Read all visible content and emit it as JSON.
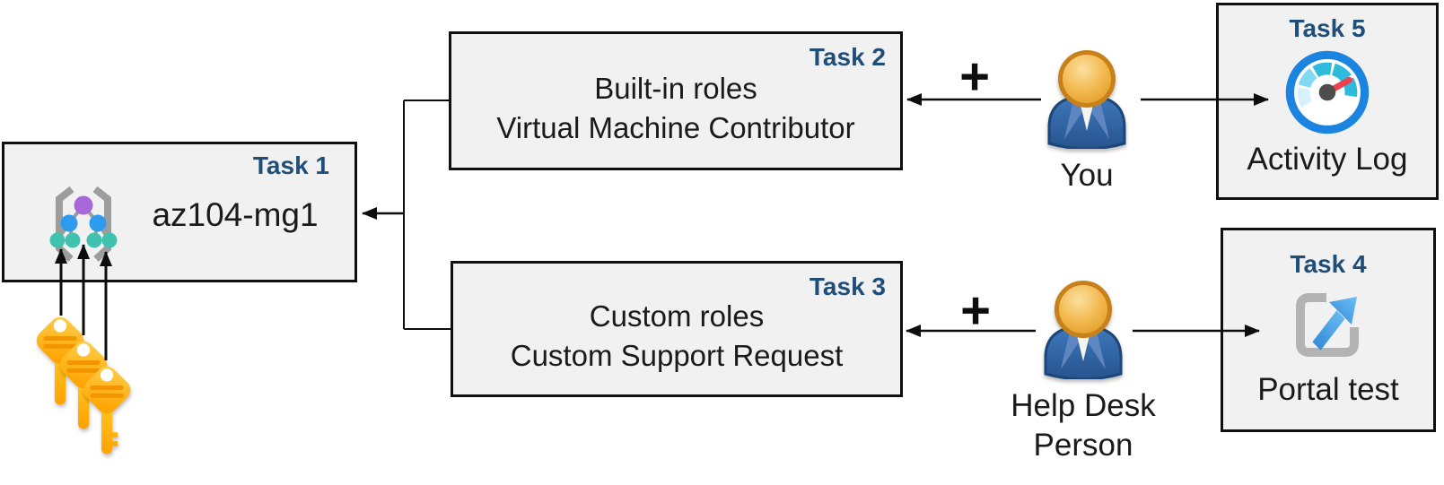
{
  "boxes": {
    "task1": {
      "label": "Task 1",
      "name": "az104-mg1"
    },
    "task2": {
      "label": "Task 2",
      "line1": "Built-in roles",
      "line2": "Virtual Machine Contributor"
    },
    "task3": {
      "label": "Task 3",
      "line1": "Custom roles",
      "line2": "Custom Support Request"
    },
    "task4": {
      "label": "Task 4",
      "caption": "Portal test"
    },
    "task5": {
      "label": "Task 5",
      "caption": "Activity Log"
    }
  },
  "actors": {
    "you": {
      "label": "You"
    },
    "help_desk": {
      "line1": "Help Desk",
      "line2": "Person"
    }
  },
  "symbols": {
    "plus": "+"
  },
  "icons": {
    "task1": "management-group-icon",
    "task4": "external-link-icon",
    "task5": "gauge-icon",
    "actors": "person-icon",
    "keys": "key-icon"
  },
  "colors": {
    "box_fill": "#f1f1f1",
    "box_border": "#0f0f0f",
    "task_label_blue": "#1f4e79",
    "text": "#1a1a1a",
    "arrow_black": "#0d0d0d",
    "key_gold": "#ffb200",
    "key_ridge_orange": "#f29500",
    "person_body_blue": "#30639f",
    "person_head_orange": "#eda833",
    "gauge_ring_blue": "#1a84e0",
    "gauge_teal": "#2fbcdc",
    "gauge_pale_blue": "#d6f1fc",
    "needle_red": "#ee4150",
    "portal_gray": "#b3b3b3",
    "portal_blue": "#3e9ce8",
    "mg_purple": "#a768da",
    "mg_blue": "#2f9bef",
    "mg_teal": "#3fc3ae",
    "mg_gray": "#9d9d9d"
  }
}
